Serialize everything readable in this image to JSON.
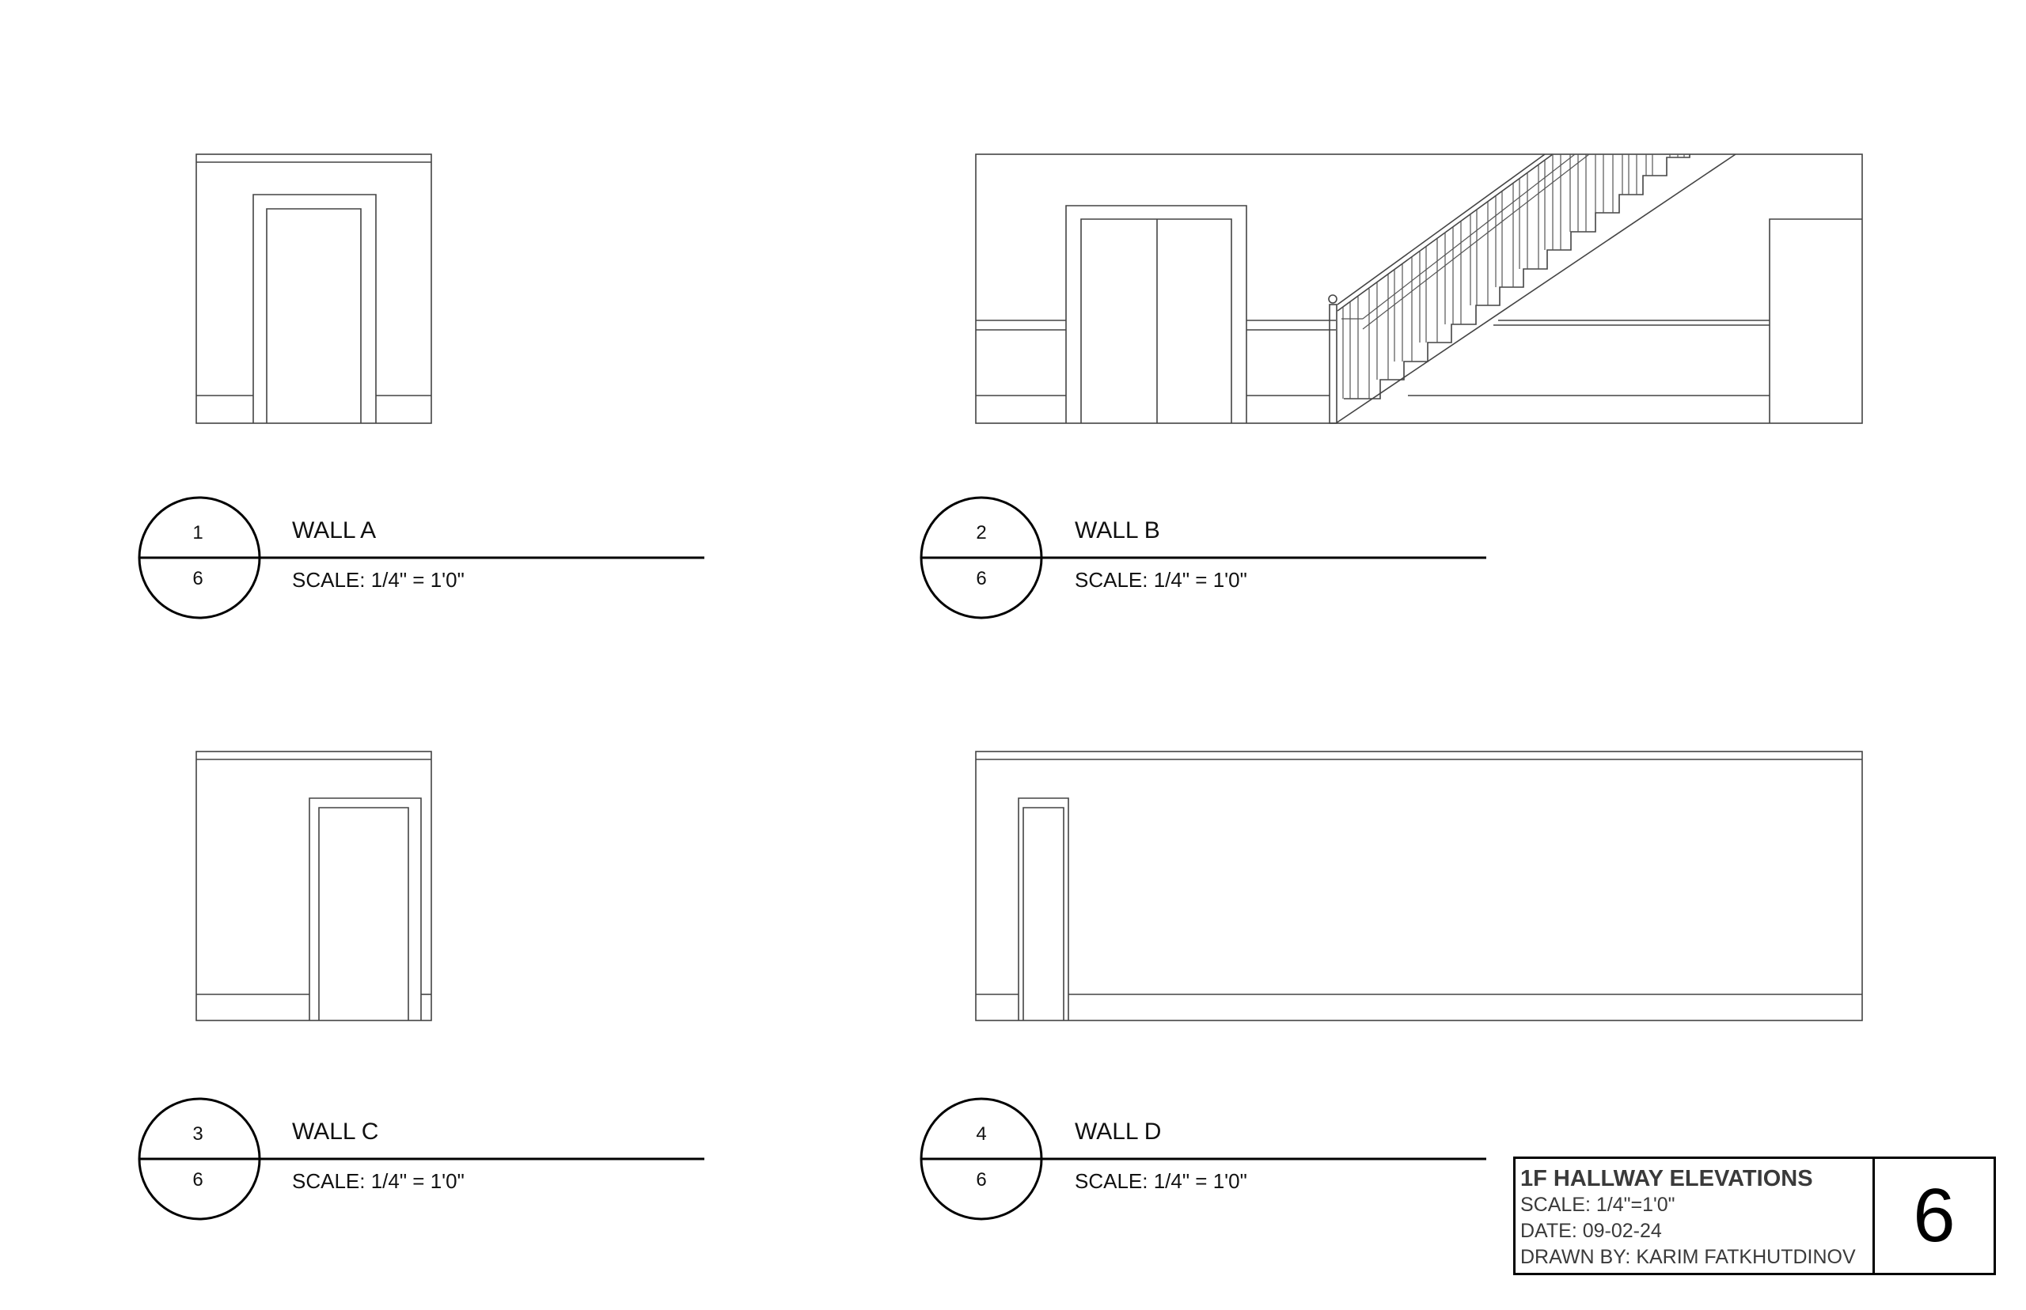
{
  "sheet": {
    "title": "1F HALLWAY ELEVATIONS",
    "scale": "SCALE: 1/4\"=1'0\"",
    "date": "DATE: 09-02-24",
    "drawn_by": "DRAWN BY: KARIM FATKHUTDINOV",
    "sheet_number": "6"
  },
  "elevations": [
    {
      "number": "1",
      "sheet": "6",
      "title": "WALL A",
      "scale": "SCALE: 1/4\" = 1'0\""
    },
    {
      "number": "2",
      "sheet": "6",
      "title": "WALL B",
      "scale": "SCALE: 1/4\" = 1'0\""
    },
    {
      "number": "3",
      "sheet": "6",
      "title": "WALL C",
      "scale": "SCALE: 1/4\" = 1'0\""
    },
    {
      "number": "4",
      "sheet": "6",
      "title": "WALL D",
      "scale": "SCALE: 1/4\" = 1'0\""
    }
  ],
  "drawing_elements": {
    "wall_a": [
      "crown-molding",
      "single-door-with-casing",
      "baseboard"
    ],
    "wall_b": [
      "crown-molding",
      "elevator-double-door",
      "chair-rail",
      "baseboard",
      "staircase-with-balusters",
      "newel-post",
      "wall-pillar"
    ],
    "wall_c": [
      "crown-molding",
      "single-door-with-casing",
      "baseboard"
    ],
    "wall_d": [
      "crown-molding",
      "single-door-with-casing",
      "baseboard"
    ]
  }
}
